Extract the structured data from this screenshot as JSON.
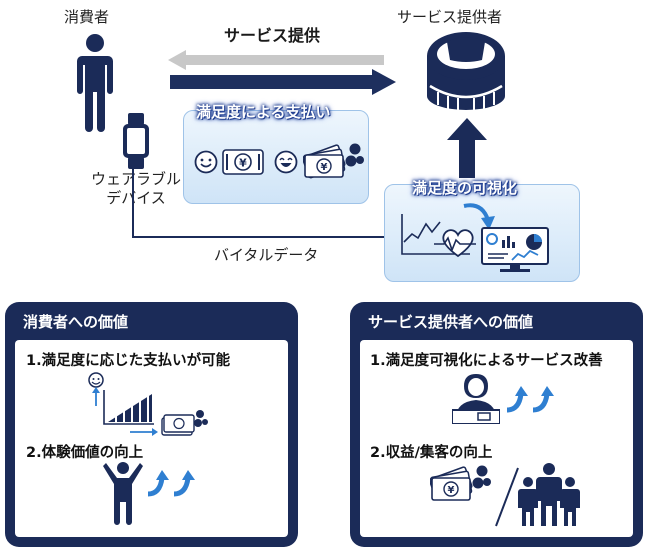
{
  "top": {
    "consumer_label": "消費者",
    "provider_label": "サービス提供者",
    "service_arrow_label": "サービス提供",
    "payment_box_title": "満足度による支払い",
    "wearable_label_line1": "ウェアラブル",
    "wearable_label_line2": "デバイス",
    "vital_label": "バイタルデータ",
    "visualization_box_title": "満足度の可視化"
  },
  "consumer_value": {
    "title": "消費者への価値",
    "item1": "1.満足度に応じた支払いが可能",
    "item2": "2.体験価値の向上"
  },
  "provider_value": {
    "title": "サービス提供者への価値",
    "item1": "1.満足度可視化によるサービス改善",
    "item2": "2.収益/集客の向上"
  },
  "colors": {
    "navy": "#1b2b58",
    "arrow_dark": "#1e2f5e",
    "arrow_light": "#c8c8c8",
    "accent_blue": "#2f7fd1",
    "panel_light": "#dbeaf8"
  },
  "icons": [
    "person-icon",
    "stadium-icon",
    "smartwatch-icon",
    "smile-icon",
    "yen-bill-icon",
    "money-stack-icon",
    "heart-pulse-icon",
    "dashboard-monitor-icon",
    "growth-chart-icon",
    "up-arrows-icon",
    "cheering-person-icon",
    "cashier-icon",
    "group-icon"
  ]
}
